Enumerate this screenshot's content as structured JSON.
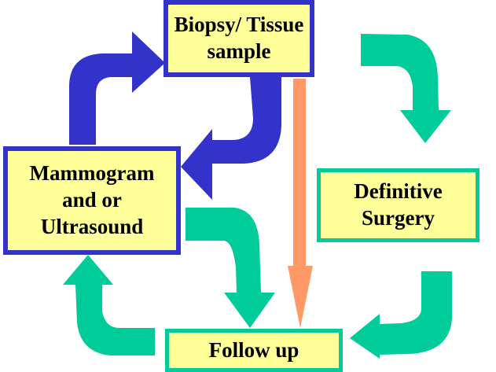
{
  "diagram": {
    "nodes": [
      {
        "id": "biopsy",
        "lines": [
          "Biopsy/ Tissue",
          "sample"
        ]
      },
      {
        "id": "mammogram",
        "lines": [
          "Mammogram",
          "and or",
          "Ultrasound"
        ]
      },
      {
        "id": "surgery",
        "lines": [
          "Definitive",
          "Surgery"
        ]
      },
      {
        "id": "follow",
        "lines": [
          "Follow up"
        ]
      }
    ],
    "edges": [
      {
        "from": "mammogram",
        "to": "biopsy",
        "color": "#3333cc"
      },
      {
        "from": "biopsy",
        "to": "mammogram",
        "color": "#3333cc"
      },
      {
        "from": "biopsy",
        "to": "surgery",
        "color": "#00cc99"
      },
      {
        "from": "surgery",
        "to": "follow",
        "color": "#00cc99"
      },
      {
        "from": "mammogram",
        "to": "follow",
        "color": "#00cc99"
      },
      {
        "from": "follow",
        "to": "mammogram",
        "color": "#00cc99"
      },
      {
        "from": "biopsy",
        "to": "follow",
        "color": "#ff9966"
      }
    ]
  },
  "colors": {
    "box_fill": "#ffff99",
    "blue": "#3333cc",
    "green": "#00cc99",
    "orange": "#ff9966"
  }
}
